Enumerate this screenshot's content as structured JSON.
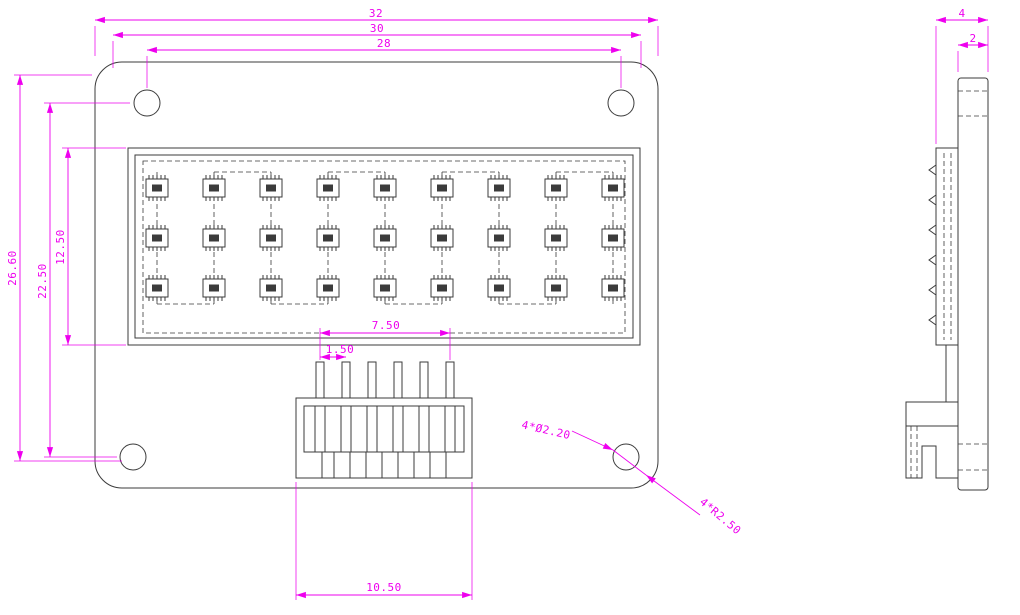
{
  "page": {
    "background": "#ffffff"
  },
  "drawing": {
    "type": "mechanical-engineering-drawing",
    "colors": {
      "dimension": "#ee00ee",
      "geometry": "#3b3b3b"
    },
    "front_view": {
      "dims": {
        "overall_width": "32",
        "inner_width": "30",
        "hole_pitch_x": "28",
        "overall_height": "26.60",
        "hole_pitch_y": "22.50",
        "display_height": "12.50",
        "pin_row_span": "7.50",
        "pin_pitch": "1.50",
        "connector_width": "10.50",
        "hole_callout": "4*Ø2.20",
        "corner_radius_callout": "4*R2.50"
      }
    },
    "side_view": {
      "dims": {
        "total_thickness": "4",
        "board_thickness": "2"
      }
    }
  }
}
